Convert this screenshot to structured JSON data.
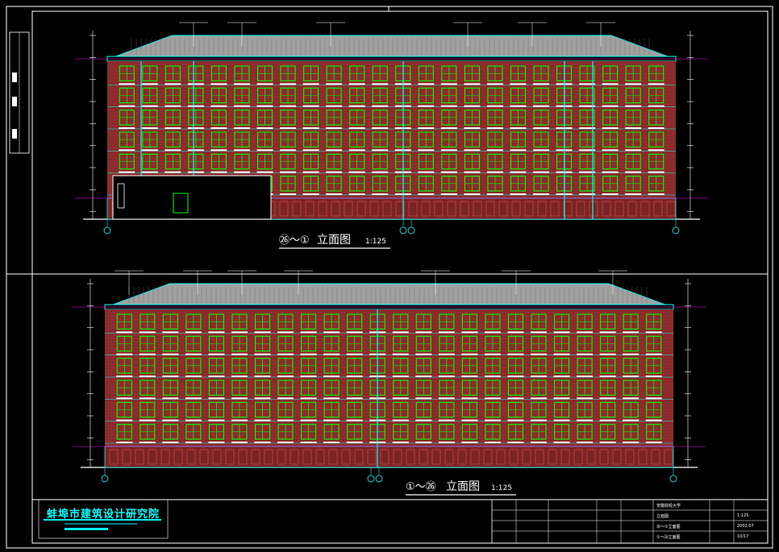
{
  "drawing": {
    "colors": {
      "background": "#000000",
      "frame": "#ffffff",
      "roof": "#a0a0a0",
      "brick": "#8a2a2a",
      "window": "#00ff00",
      "trim": "#00ffff",
      "grid": "#ff00ff",
      "dimension": "#ffffff"
    }
  },
  "elevation_top": {
    "title_prefix": "㉖～①",
    "title_main": "立面图",
    "scale": "1:125"
  },
  "elevation_bottom": {
    "title_prefix": "①～㉖",
    "title_main": "立面图",
    "scale": "1:125"
  },
  "title_block": {
    "institute": "蚌埠市建筑设计研究院",
    "project": "安徽财经大学",
    "sheet": "立面图",
    "drawing_labels": [
      "㉖～①立面图",
      "①～㉖立面图"
    ],
    "scale": "1:125",
    "date": "2002.07",
    "sheet_no": "10/17"
  }
}
